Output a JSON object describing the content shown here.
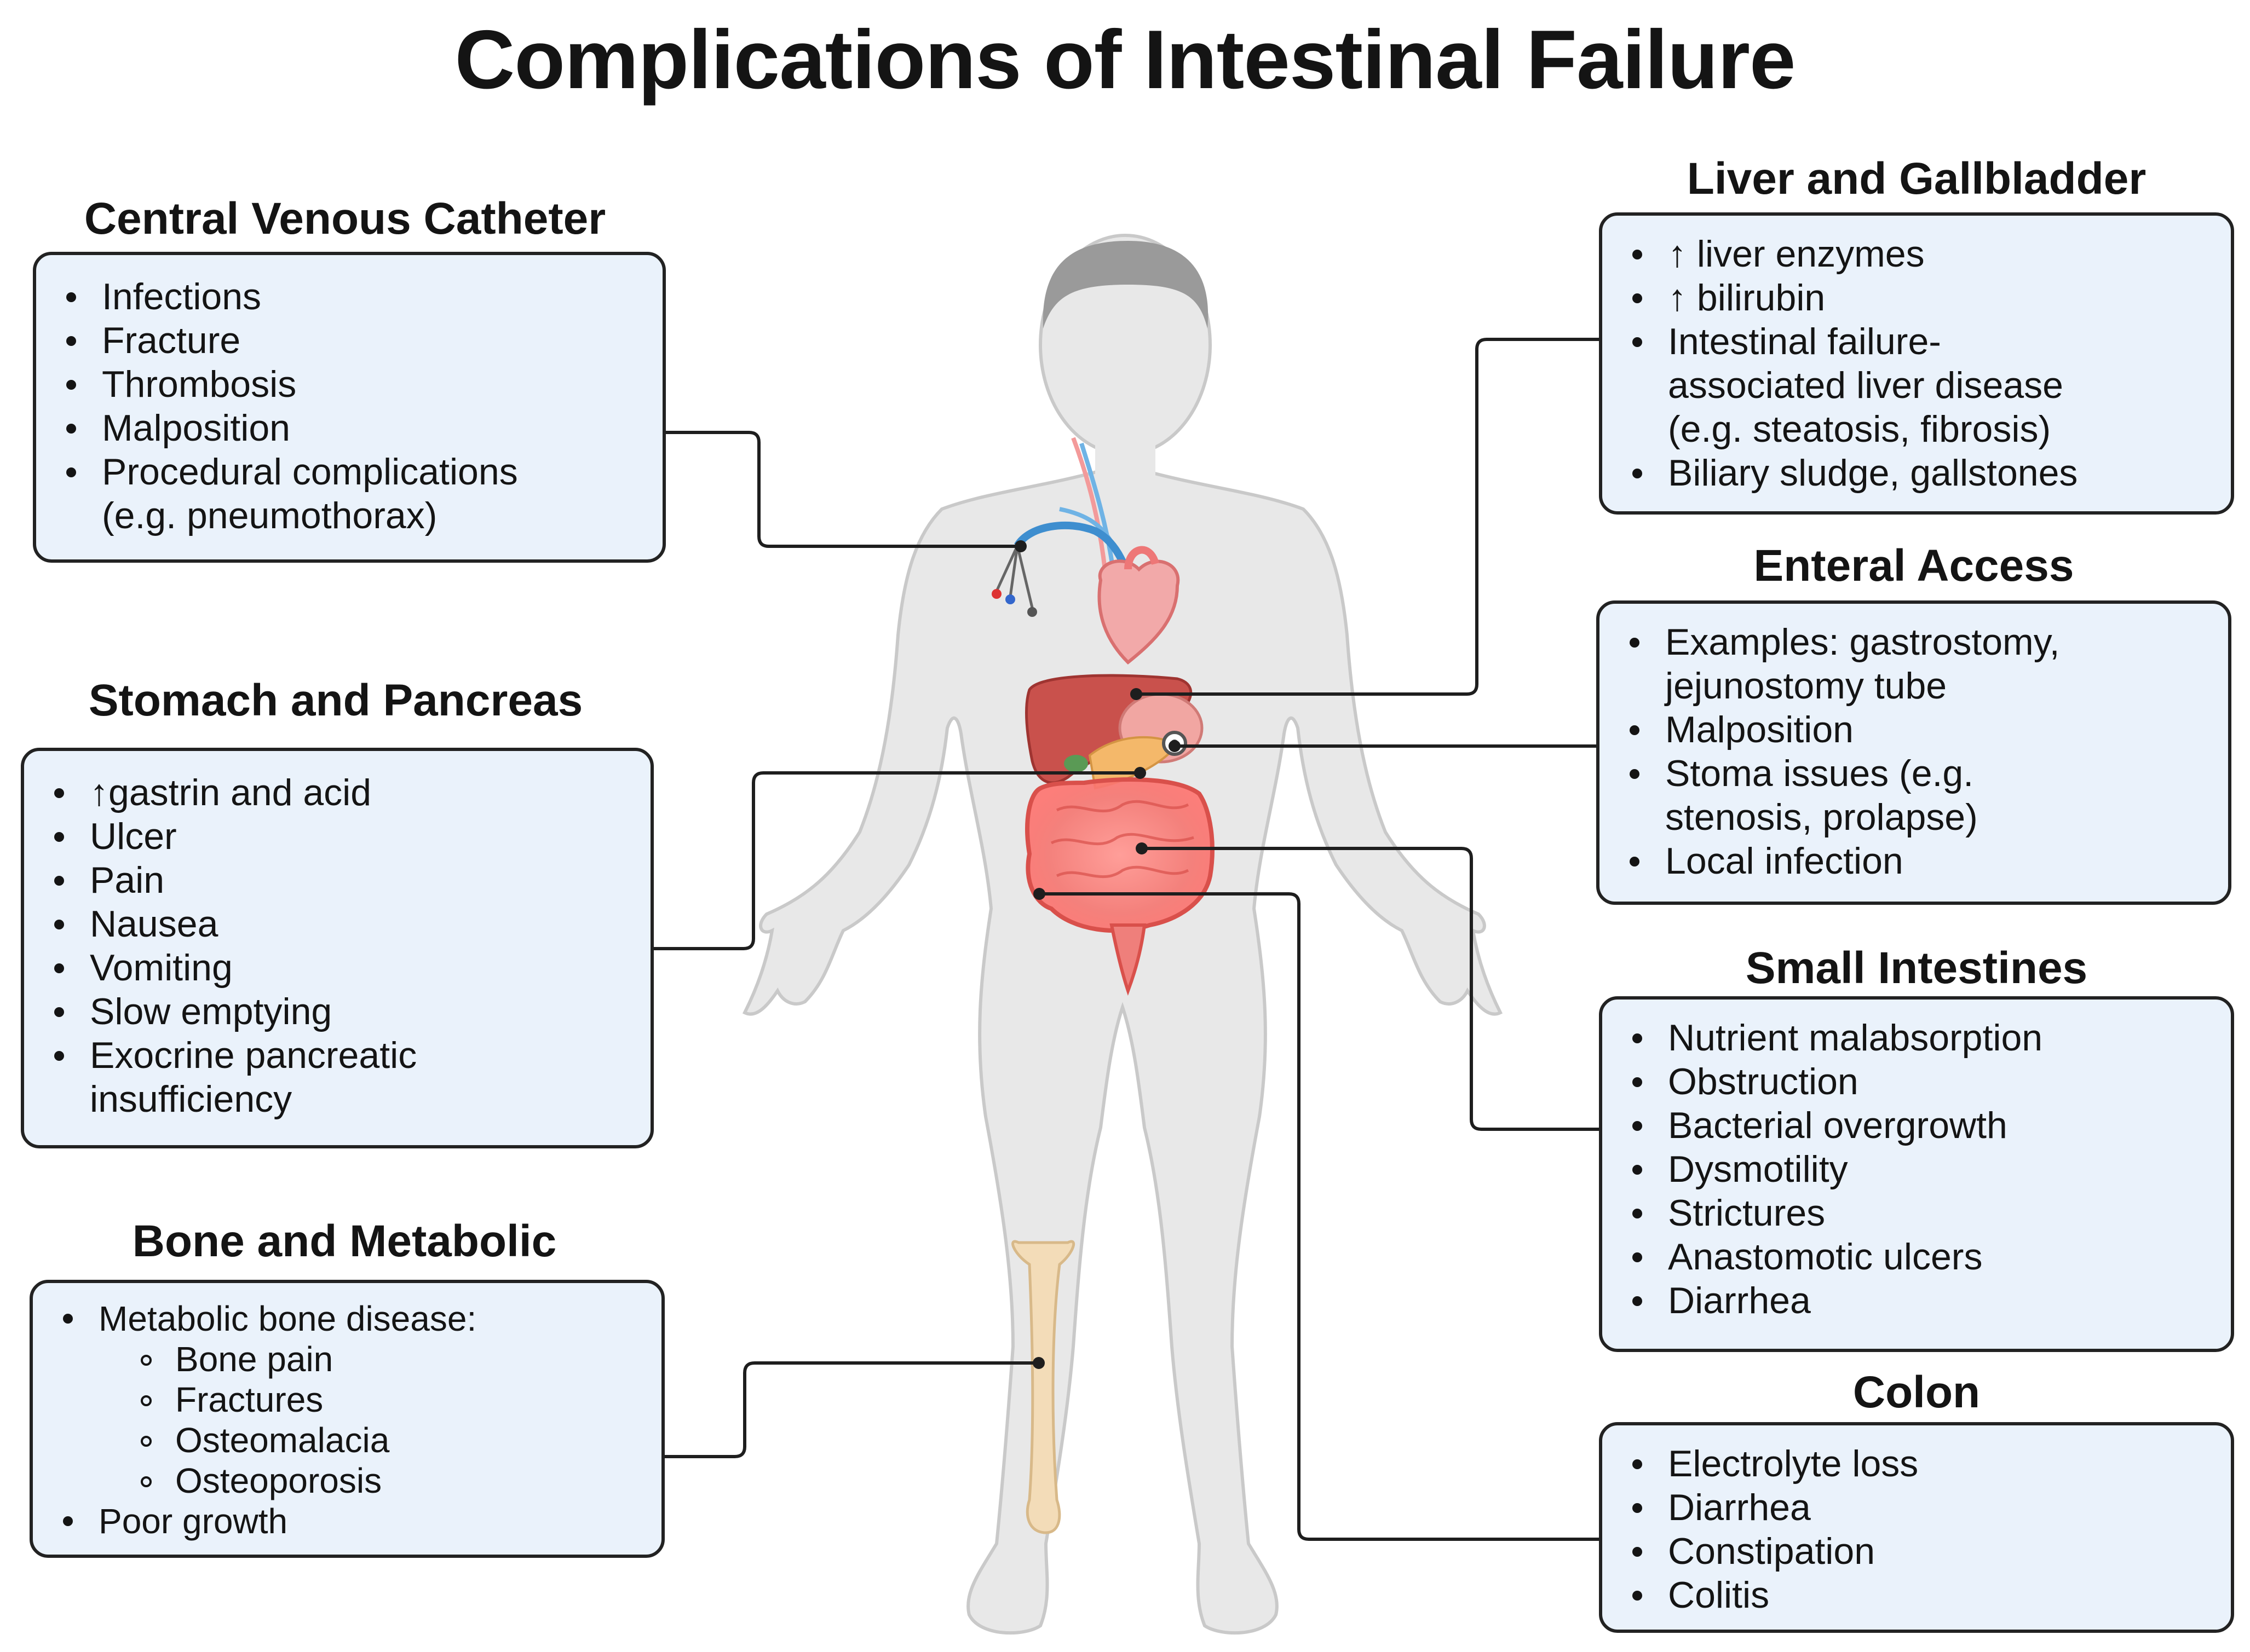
{
  "title": "Complications of Intestinal Failure",
  "colors": {
    "box_fill": "#eaf2fb",
    "box_border": "#222222",
    "body": "#e6e6e6",
    "liver": "#c9514c",
    "intestine": "#ef7f7b",
    "bone": "#f3dcb8"
  },
  "panels": {
    "cvc": {
      "heading": "Central Venous Catheter",
      "items": [
        "Infections",
        "Fracture",
        "Thrombosis",
        "Malposition",
        "Procedural complications",
        "(e.g. pneumothorax)"
      ]
    },
    "stomach": {
      "heading": "Stomach and Pancreas",
      "items": [
        "↑gastrin and acid",
        "Ulcer",
        "Pain",
        "Nausea",
        "Vomiting",
        "Slow emptying",
        "Exocrine pancreatic",
        "insufficiency"
      ]
    },
    "bone": {
      "heading": "Bone and Metabolic",
      "items": [
        "Metabolic bone disease:",
        "Bone pain",
        "Fractures",
        "Osteomalacia",
        "Osteoporosis",
        "Poor growth"
      ]
    },
    "liver": {
      "heading": "Liver and Gallbladder",
      "items": [
        "↑ liver enzymes",
        "↑ bilirubin",
        "Intestinal failure-",
        "associated liver disease",
        "(e.g. steatosis, fibrosis)",
        "Biliary sludge, gallstones"
      ]
    },
    "enteral": {
      "heading": "Enteral Access",
      "items": [
        "Examples: gastrostomy,",
        "jejunostomy tube",
        "Malposition",
        "Stoma issues (e.g.",
        "stenosis, prolapse)",
        "Local infection"
      ]
    },
    "small": {
      "heading": "Small Intestines",
      "items": [
        "Nutrient malabsorption",
        "Obstruction",
        "Bacterial overgrowth",
        "Dysmotility",
        "Strictures",
        "Anastomotic ulcers",
        "Diarrhea"
      ]
    },
    "colon": {
      "heading": "Colon",
      "items": [
        "Electrolyte loss",
        "Diarrhea",
        "Constipation",
        "Colitis"
      ]
    }
  }
}
